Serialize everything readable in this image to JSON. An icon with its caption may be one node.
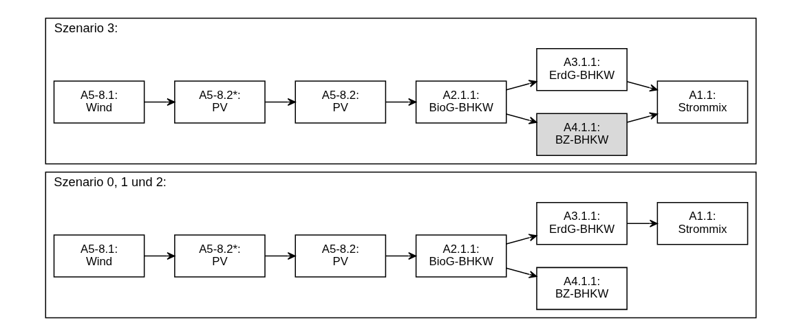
{
  "diagram": {
    "nodes": [
      {
        "text": [
          "Szenario 0, 1 und 2:"
        ]
      },
      {
        "text": [
          "A5-8.1:",
          "Wind"
        ],
        "in": 0
      },
      {
        "text": [
          "A5-8.2*:",
          "PV"
        ],
        "in": 0
      },
      {
        "text": [
          "A5-8.2:",
          "PV"
        ],
        "in": 0
      },
      {
        "text": [
          "A2.1.1:",
          "BioG-BHKW"
        ],
        "in": 0
      },
      {
        "text": [
          "A4.1.1:",
          "BZ-BHKW"
        ],
        "in": 0
      },
      {
        "text": [
          "A3.1.1:",
          "ErdG-BHKW"
        ],
        "in": 0
      },
      {
        "text": [
          "A1.1:",
          "Strommix"
        ],
        "in": 0
      },
      {
        "text": [
          "Szenario 3:"
        ]
      },
      {
        "text": [
          "A5-8.1:",
          "Wind"
        ],
        "in": 8
      },
      {
        "text": [
          "A5-8.2*:",
          "PV"
        ],
        "in": 8
      },
      {
        "text": [
          "A5-8.2:",
          "PV"
        ],
        "in": 8
      },
      {
        "text": [
          "A2.1.1:",
          "BioG-BHKW"
        ],
        "in": 8
      },
      {
        "text": [
          "A4.1.1:",
          "BZ-BHKW"
        ],
        "in": 8
      },
      {
        "text": [
          "A3.1.1:",
          "ErdG-BHKW"
        ],
        "in": 8
      },
      {
        "text": [
          "A1.1:",
          "Strommix"
        ],
        "in": 8
      }
    ],
    "edges": [
      {
        "from": 1,
        "to": 2,
        "arrow": "to"
      },
      {
        "from": 2,
        "to": 3,
        "arrow": "to"
      },
      {
        "from": 3,
        "to": 4,
        "arrow": "to"
      },
      {
        "from": 4,
        "to": 5,
        "arrow": "to"
      },
      {
        "from": 4,
        "to": 6,
        "arrow": "to"
      },
      {
        "from": 6,
        "to": 7,
        "arrow": "to"
      },
      {
        "from": 9,
        "to": 10,
        "arrow": "to"
      },
      {
        "from": 10,
        "to": 11,
        "arrow": "to"
      },
      {
        "from": 11,
        "to": 12,
        "arrow": "to"
      },
      {
        "from": 12,
        "to": 13,
        "arrow": "to"
      },
      {
        "from": 13,
        "to": 15,
        "arrow": "to"
      },
      {
        "from": 12,
        "to": 14,
        "arrow": "to"
      },
      {
        "from": 14,
        "to": 15,
        "arrow": "to"
      }
    ]
  }
}
